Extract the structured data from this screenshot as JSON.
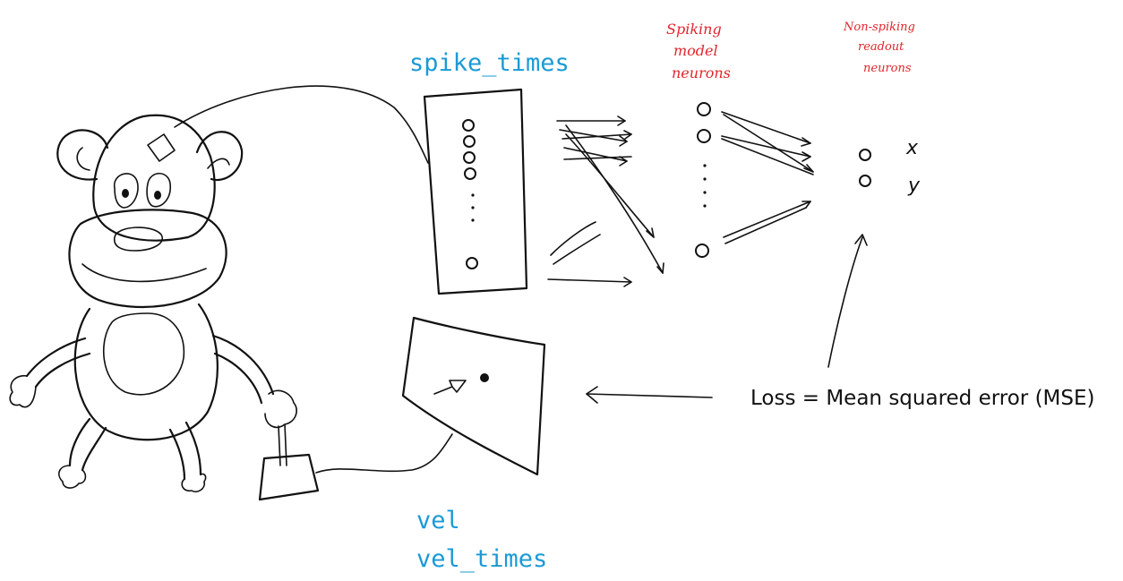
{
  "labels": {
    "spike_times": "spike_times",
    "vel": "vel",
    "vel_times": "vel_times",
    "spiking_line1": "Spiking",
    "spiking_line2": "model",
    "spiking_line3": "neurons",
    "readout_line1": "Non-spiking",
    "readout_line2": "readout",
    "readout_line3": "neurons",
    "output_x": "x",
    "output_y": "y",
    "loss": "Loss = Mean squared error (MSE)"
  },
  "colors": {
    "blue_labels": "#1a9ad6",
    "red_labels": "#e0262c",
    "ink": "#111111",
    "background": "#ffffff"
  }
}
